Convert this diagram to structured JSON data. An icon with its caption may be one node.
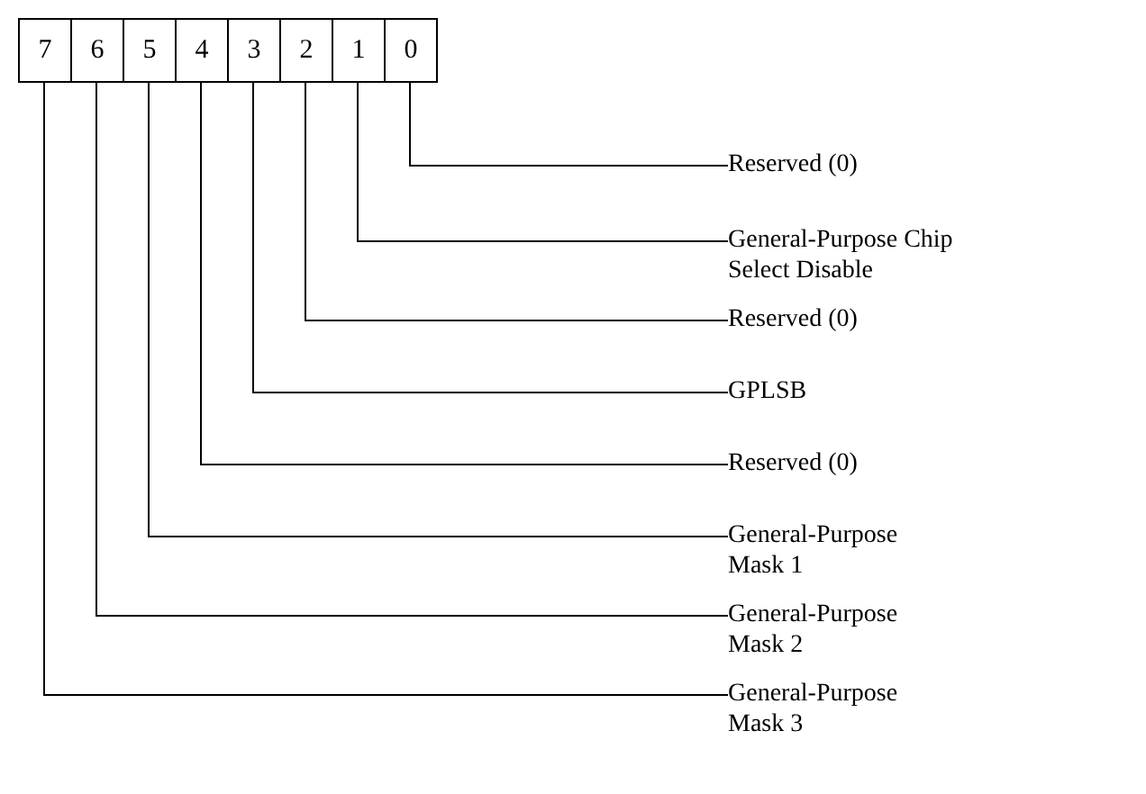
{
  "diagram": {
    "nodes": [
      {
        "text": [
          "7"
        ]
      },
      {
        "text": [
          "6"
        ]
      },
      {
        "text": [
          "5"
        ]
      },
      {
        "text": [
          "4"
        ]
      },
      {
        "text": [
          "3"
        ]
      },
      {
        "text": [
          "2"
        ]
      },
      {
        "text": [
          "1"
        ]
      },
      {
        "text": [
          "0"
        ]
      },
      {
        "text": [
          "Reserved (0)"
        ]
      },
      {
        "text": [
          "General-Purpose Chip Select Disable"
        ]
      },
      {
        "text": [
          "Reserved (0)"
        ]
      },
      {
        "text": [
          "GPLSB"
        ]
      },
      {
        "text": [
          "Reserved (0)"
        ]
      },
      {
        "text": [
          "General-Purpose Mask 1"
        ]
      },
      {
        "text": [
          "General-Purpose Mask 2"
        ]
      },
      {
        "text": [
          "General-Purpose Mask 3"
        ]
      }
    ],
    "edges": [
      {
        "from": 7,
        "to": 8,
        "arrow": "none"
      },
      {
        "from": 6,
        "to": 9,
        "arrow": "none"
      },
      {
        "from": 5,
        "to": 10,
        "arrow": "none"
      },
      {
        "from": 4,
        "to": 11,
        "arrow": "none"
      },
      {
        "from": 3,
        "to": 12,
        "arrow": "none"
      },
      {
        "from": 2,
        "to": 13,
        "arrow": "none"
      },
      {
        "from": 1,
        "to": 14,
        "arrow": "none"
      },
      {
        "from": 0,
        "to": 15,
        "arrow": "none"
      }
    ]
  }
}
